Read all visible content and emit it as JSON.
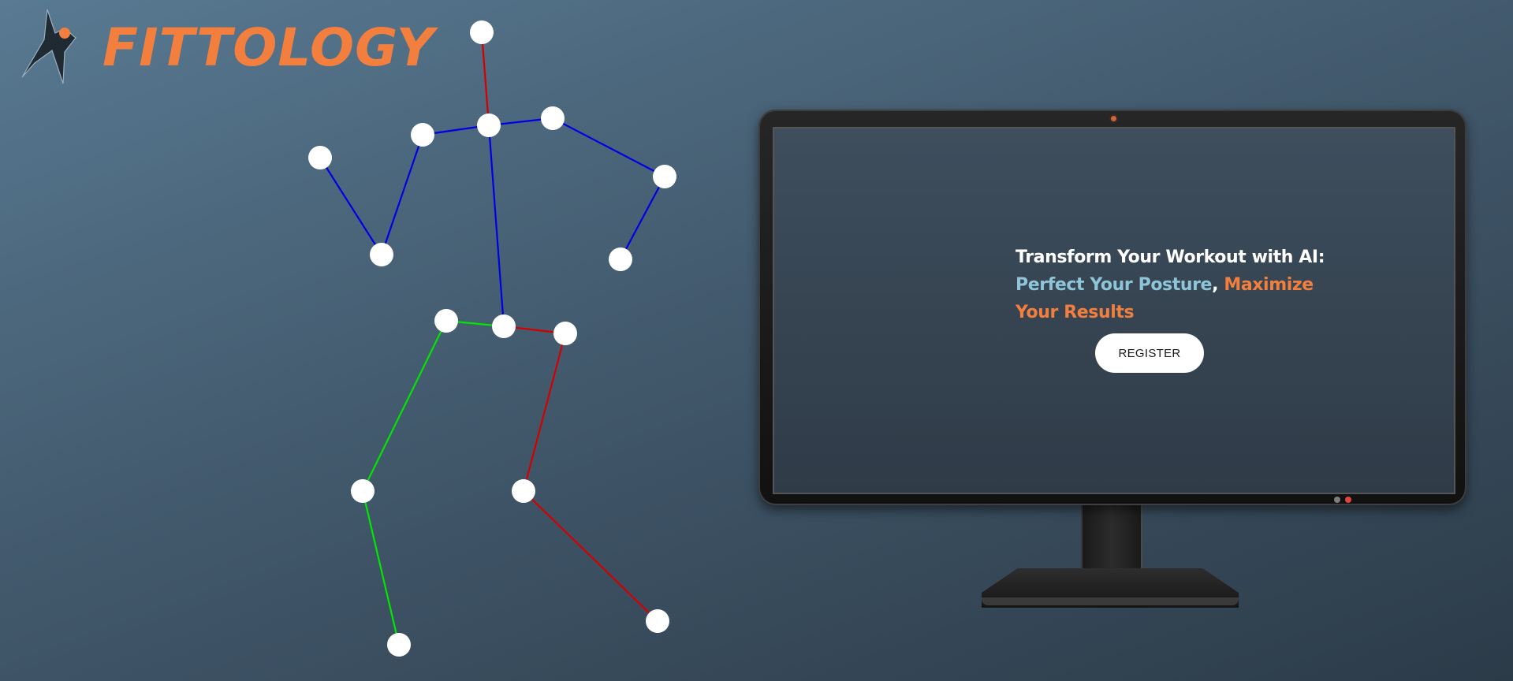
{
  "brand": {
    "name": "FITTOLOGY",
    "logo_icon": "athlete-figure-icon",
    "color": "#f27f3d"
  },
  "hero": {
    "line1": "Transform Your Workout with AI:",
    "highlight": "Perfect Your Posture",
    "separator": ",",
    "accent": "Maximize Your Results",
    "colors": {
      "primary": "#ffffff",
      "highlight": "#8fc5d9",
      "accent": "#f27f3d"
    }
  },
  "register_button": {
    "label": "REGISTER"
  },
  "skeleton": {
    "limb_colors": {
      "upper": "#0000e6",
      "left_leg": "#00e600",
      "right_leg": "#d40000"
    },
    "joint_color": "#ffffff"
  }
}
